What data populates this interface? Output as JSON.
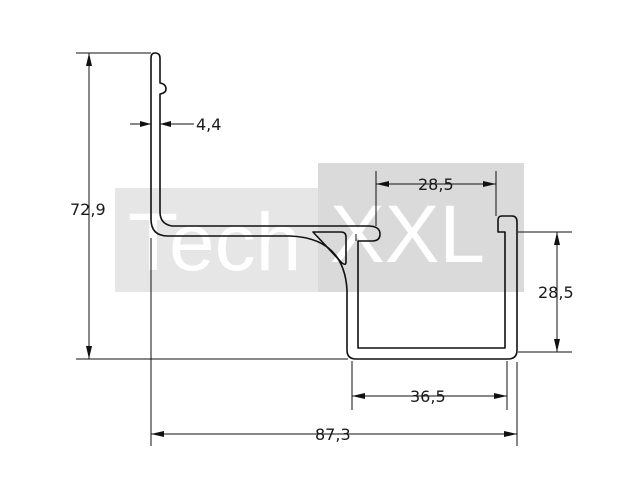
{
  "watermark": {
    "part1": "Tech",
    "part2": "XXL",
    "light_color": "#e6e6e6",
    "dark_color": "#dadada"
  },
  "dimensions": {
    "height_total": "72,9",
    "wall_thickness": "4,4",
    "top_opening": "28,5",
    "channel_height": "28,5",
    "bottom_width": "36,5",
    "total_width": "87,3"
  }
}
